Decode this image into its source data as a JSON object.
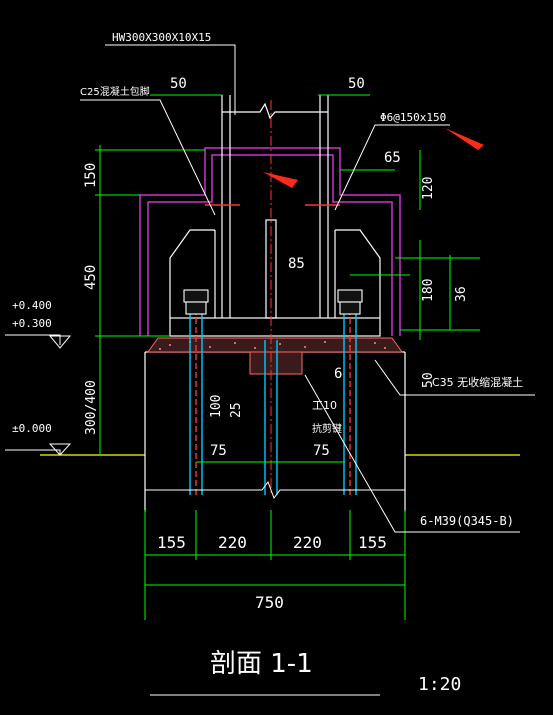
{
  "drawing": {
    "title": "剖面 1-1",
    "scale": "1:20",
    "labels": {
      "column_section": "HW300X300X10X15",
      "concrete_encasement": "C25混凝土包脚",
      "stirrup": "Φ6@150x150",
      "grout": "C35 无收缩混凝土",
      "shear_key": "工10",
      "shear_key_note": "抗剪键",
      "anchor_bolts": "6-M39(Q345-B)"
    },
    "elevations": {
      "top_a": "+0.400",
      "top_b": "+0.300",
      "ground": "±0.000"
    },
    "dimensions": {
      "left_50": "50",
      "right_50": "50",
      "d65": "65",
      "d150": "150",
      "d450": "450",
      "d300_400": "300/400",
      "d120": "120",
      "d180": "180",
      "d36": "36",
      "d50_low": "50",
      "d85": "85",
      "d6": "6",
      "d100": "100",
      "d25": "25",
      "d75_left": "75",
      "d75_right": "75",
      "bottom_155_left": "155",
      "bottom_220_left": "220",
      "bottom_220_right": "220",
      "bottom_155_right": "155",
      "total_750": "750"
    },
    "colors": {
      "dimension": "#00ff00",
      "outline": "#ffffff",
      "concrete_encasement": "#cc33cc",
      "rebar": "#ff3333",
      "ground": "#ffff00",
      "bolt": "#00ccff",
      "annotation_arrow": "#ff2a1a"
    }
  }
}
